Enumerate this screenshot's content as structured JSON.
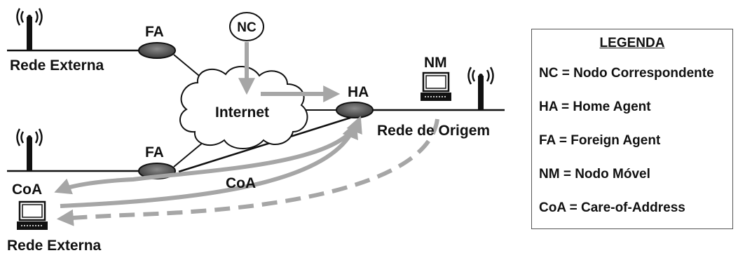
{
  "labels": {
    "fa_top": "FA",
    "fa_bottom": "FA",
    "nc": "NC",
    "ha": "HA",
    "nm": "NM",
    "internet": "Internet",
    "rede_externa_top": "Rede Externa",
    "rede_externa_bottom": "Rede Externa",
    "rede_origem": "Rede de Origem",
    "coa_left": "CoA",
    "coa_mid": "CoA"
  },
  "legend": {
    "title": "LEGENDA",
    "items": [
      "NC = Nodo Correspondente",
      "HA = Home Agent",
      "FA = Foreign Agent",
      "NM = Nodo Móvel",
      "CoA = Care-of-Address"
    ]
  },
  "colors": {
    "arrow_gray": "#a6a6a6",
    "line": "#111111"
  }
}
